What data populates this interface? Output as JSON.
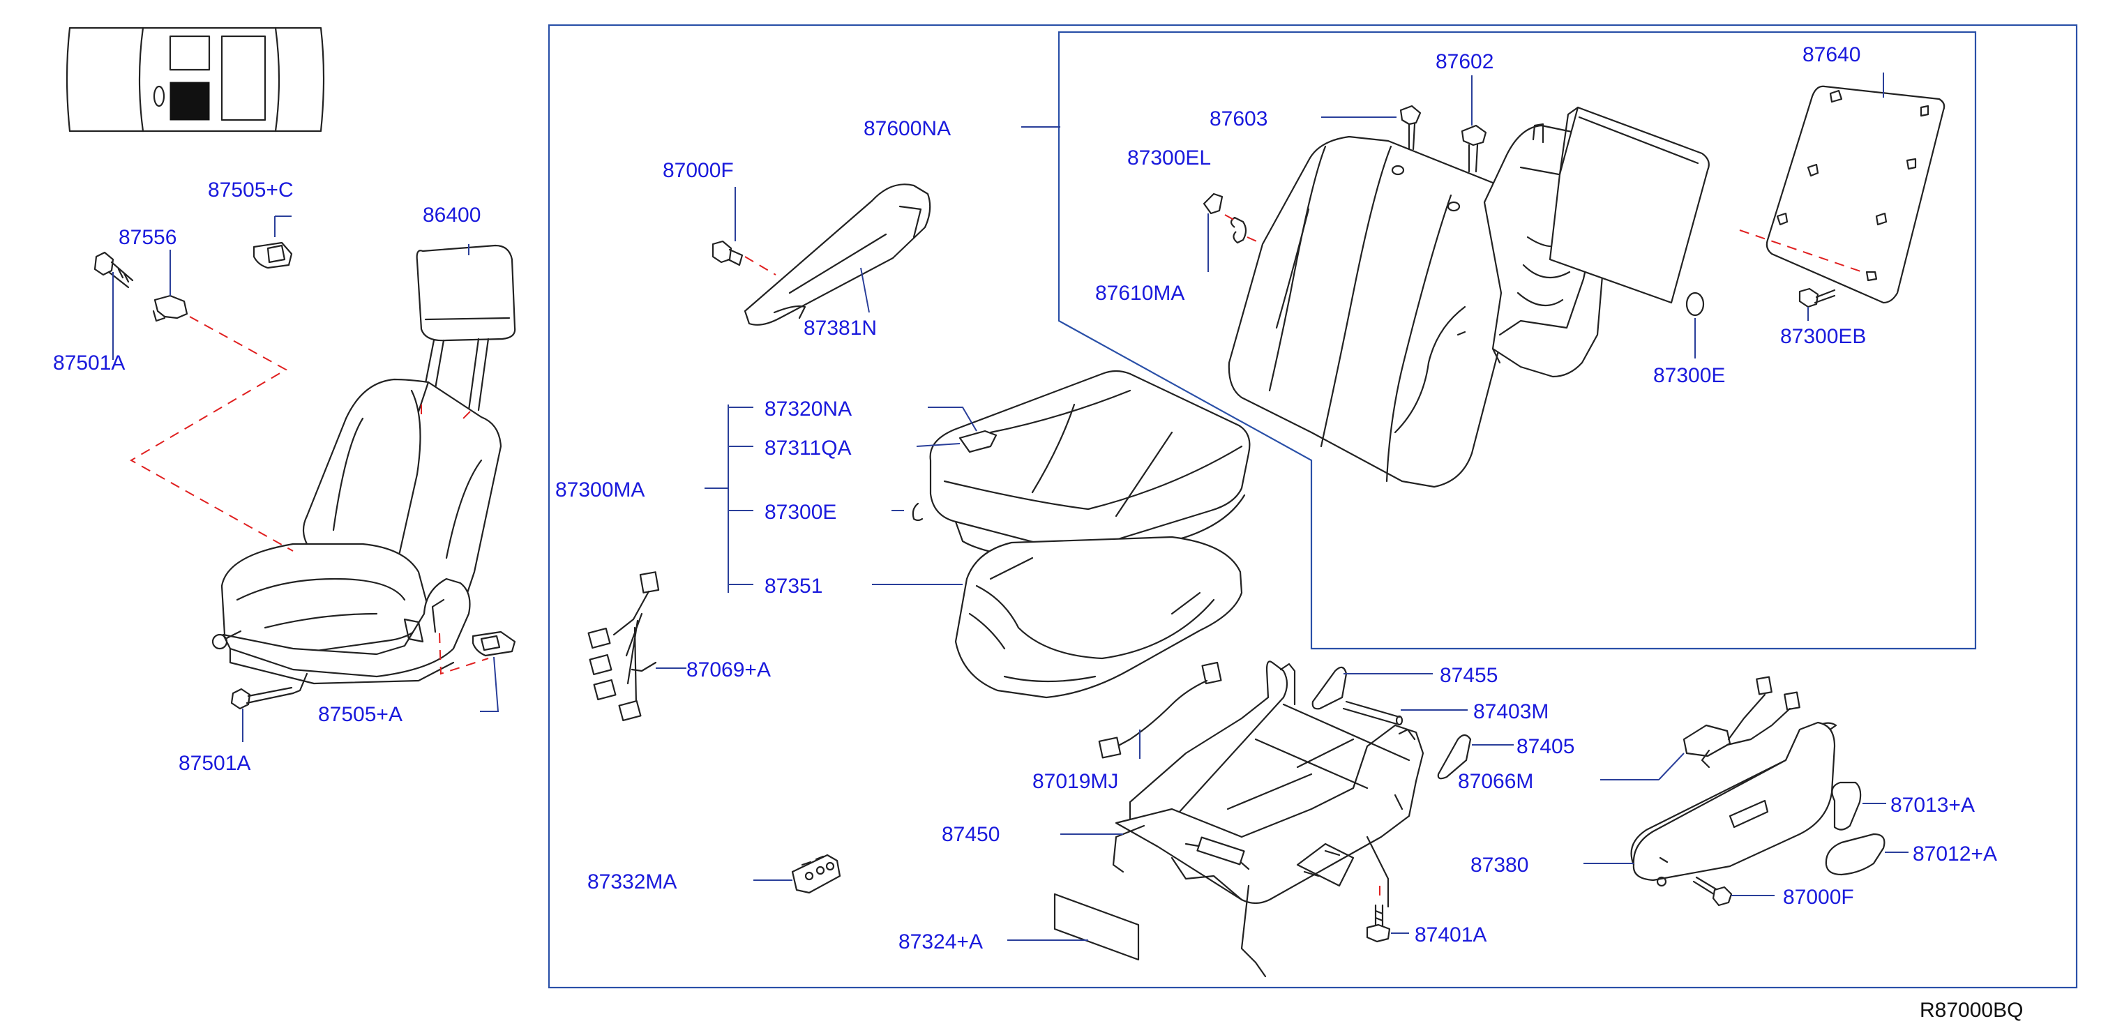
{
  "diagram": {
    "reference_code": "R87000BQ",
    "part_labels": {
      "p87505c": "87505+C",
      "p87556": "87556",
      "p87501a_top": "87501A",
      "p86400": "86400",
      "p87505a": "87505+A",
      "p87501a_bottom": "87501A",
      "p87000f_top": "87000F",
      "p87381n": "87381N",
      "p87600na": "87600NA",
      "p87603": "87603",
      "p87602": "87602",
      "p87300el": "87300EL",
      "p87610ma": "87610MA",
      "p87640": "87640",
      "p87300eb": "87300EB",
      "p87300e_right": "87300E",
      "p87320na": "87320NA",
      "p87311qa": "87311QA",
      "p87300ma": "87300MA",
      "p87300e_left": "87300E",
      "p87351": "87351",
      "p87069a": "87069+A",
      "p87455": "87455",
      "p87403m": "87403M",
      "p87405": "87405",
      "p87066m": "87066M",
      "p87019mj": "87019MJ",
      "p87450": "87450",
      "p87013a": "87013+A",
      "p87012a": "87012+A",
      "p87380": "87380",
      "p87332ma": "87332MA",
      "p87000f_bottom": "87000F",
      "p87324a": "87324+A",
      "p87401a": "87401A"
    },
    "colors": {
      "label": "#1a1adc",
      "leader": "#2a3f9a",
      "frame": "#2a50a8",
      "dash": "#e02020",
      "parts": "#222222"
    }
  }
}
